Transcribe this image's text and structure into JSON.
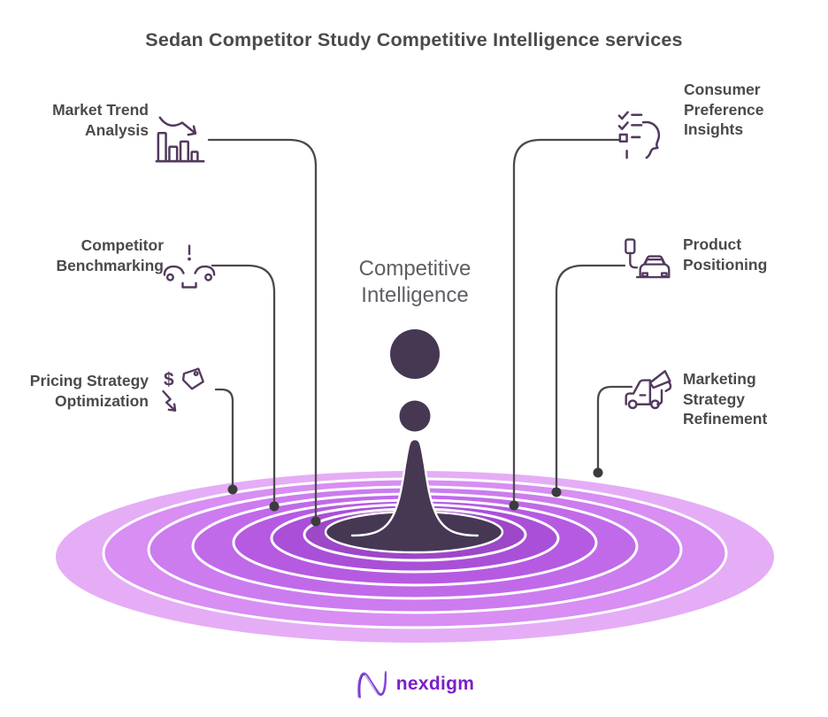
{
  "title": "Sedan Competitor Study Competitive Intelligence services",
  "center_label": {
    "line1": "Competitive",
    "line2": "Intelligence"
  },
  "services": {
    "market_trend": {
      "line1": "Market Trend",
      "line2": "Analysis"
    },
    "competitor": {
      "line1": "Competitor",
      "line2": "Benchmarking"
    },
    "pricing": {
      "line1": "Pricing Strategy",
      "line2": "Optimization"
    },
    "consumer": {
      "line1": "Consumer",
      "line2": "Preference",
      "line3": "Insights"
    },
    "product": {
      "line1": "Product",
      "line2": "Positioning"
    },
    "marketing": {
      "line1": "Marketing",
      "line2": "Strategy",
      "line3": "Refinement"
    }
  },
  "icons": {
    "pricing_glyph": "$"
  },
  "logo": {
    "text": "nexdigm"
  },
  "colors": {
    "title_text": "#4a4a4c",
    "label_text": "#4a4a4c",
    "center_text": "#5e5e64",
    "icon_stroke": "#533a5e",
    "connector": "#4a4a4a",
    "connector_dot": "#3c3c3e",
    "plum_dark": "#463853",
    "band1": "#e5adf6",
    "band2": "#d88ef2",
    "band3": "#cc7cee",
    "band4": "#c16ae9",
    "band5": "#b65ae2",
    "band6": "#aa4fd8",
    "band7": "#9d47c9",
    "logo_text": "#7a1fc9",
    "logo_mark": "#8a3ff0",
    "logo_mark_dark": "#5f2db0",
    "logo_mark_light": "#bdb4cd"
  }
}
